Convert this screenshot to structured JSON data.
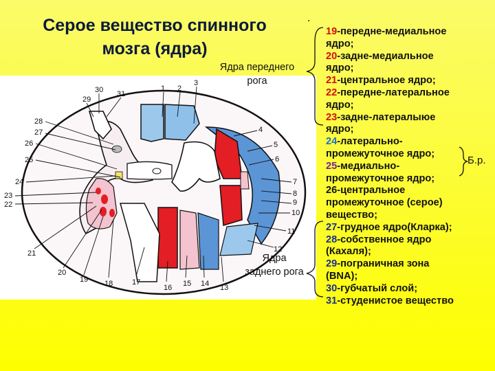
{
  "title": {
    "line1": "Серое вещество спинного",
    "line2": "мозга (ядра)"
  },
  "dot": ".",
  "labels": {
    "anterior_horn_line1": "Ядра переднего",
    "anterior_horn_line2": "рога",
    "posterior_horn_line1": "Ядра",
    "posterior_horn_line2": "заднего рога",
    "bp": "Б.р."
  },
  "legend": [
    {
      "num": "19",
      "text": "-передне-медиальное",
      "color": "#d01010"
    },
    {
      "num": "",
      "text": "ядро;",
      "color": "#d01010"
    },
    {
      "num": "20",
      "text": "-задне-медиальное",
      "color": "#d01010"
    },
    {
      "num": "",
      "text": "ядро;",
      "color": "#d01010"
    },
    {
      "num": "21",
      "text": "-центральное ядро;",
      "color": "#d01010"
    },
    {
      "num": "22",
      "text": "-передне-латеральное",
      "color": "#d01010"
    },
    {
      "num": "",
      "text": "ядро;",
      "color": "#d01010"
    },
    {
      "num": "23",
      "text": "-задне-латералыюе",
      "color": "#d01010"
    },
    {
      "num": "",
      "text": "ядро;",
      "color": "#d01010"
    },
    {
      "num": "24",
      "text": "-латерально-",
      "color": "#1f6fc0"
    },
    {
      "num": "",
      "text": "промежуточное ядро;",
      "color": "#1f6fc0"
    },
    {
      "num": "25",
      "text": "-медиально-",
      "color": "#7a1f9a"
    },
    {
      "num": "",
      "text": "промежуточное ядро;",
      "color": "#7a1f9a"
    },
    {
      "num": "26",
      "text": "-центральное",
      "color": "#111111"
    },
    {
      "num": "",
      "text": "промежуточное (серое)",
      "color": "#111111"
    },
    {
      "num": "",
      "text": "вещество;",
      "color": "#111111"
    },
    {
      "num": "27",
      "text": "-грудное ядро(Кларка);",
      "color": "#1b2d90"
    },
    {
      "num": "28",
      "text": "-собственное ядро",
      "color": "#1b2d90"
    },
    {
      "num": "",
      "text": "(Кахаля);",
      "color": "#1b2d90"
    },
    {
      "num": "29",
      "text": "-пограничная зона",
      "color": "#1b2d90"
    },
    {
      "num": "",
      "text": "(BNA);",
      "color": "#1b2d90"
    },
    {
      "num": "30",
      "text": "-губчатый слой;",
      "color": "#1b2d90"
    },
    {
      "num": "31",
      "text": "-студенистое вещество",
      "color": "#1b2d90"
    }
  ],
  "diagram_numbers": [
    "1",
    "2",
    "3",
    "4",
    "5",
    "6",
    "7",
    "8",
    "9",
    "10",
    "11",
    "12",
    "13",
    "14",
    "15",
    "16",
    "17",
    "18",
    "19",
    "20",
    "21",
    "22",
    "23",
    "24",
    "25",
    "26",
    "27",
    "28",
    "29",
    "30",
    "31"
  ],
  "colors": {
    "red": "#e31e24",
    "blue_light": "#9cc8ec",
    "blue_mid": "#5b95d6",
    "pink": "#f3c3cf",
    "gray": "#bdbdbd"
  }
}
